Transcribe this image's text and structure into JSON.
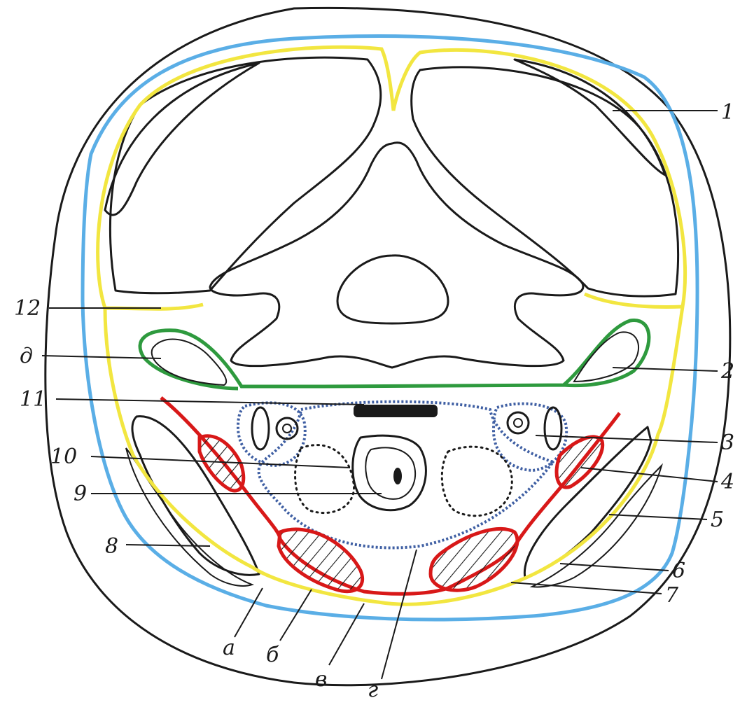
{
  "colors": {
    "superficial_fascia": "#5aaee6",
    "investing_fascia": "#f2e640",
    "pretracheal_fascia": "#d81818",
    "visceral_fascia": "#3f5fa3",
    "prevertebral_fascia": "#2e9a3e",
    "outline": "#1a1a1a"
  },
  "labels": {
    "right": [
      "1",
      "2",
      "3",
      "4",
      "5",
      "6",
      "7"
    ],
    "left": [
      "12",
      "д",
      "11",
      "10",
      "9",
      "8"
    ],
    "bottom": [
      "а",
      "б",
      "в",
      "г"
    ]
  }
}
